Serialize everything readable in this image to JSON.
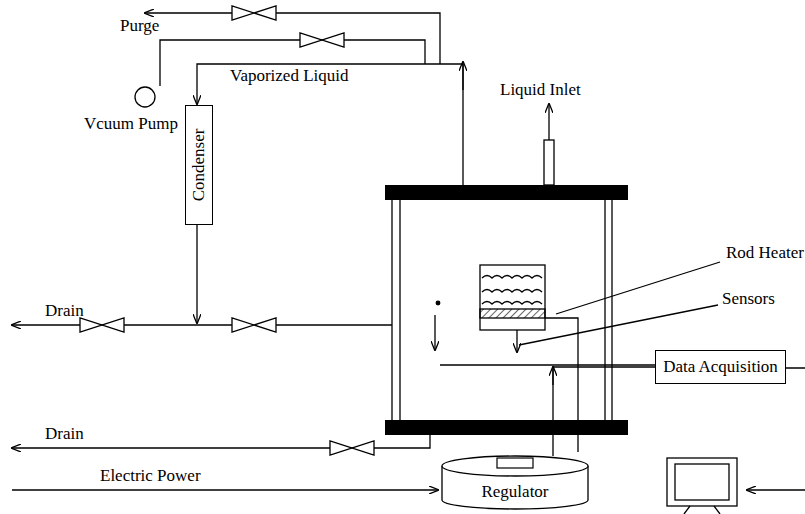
{
  "diagram": {
    "nodes": [
      {
        "text": [
          "Vcuum Pump"
        ]
      },
      {
        "text": [
          "Condenser"
        ]
      },
      {
        "text": [
          "Data Acquisition"
        ]
      },
      {
        "text": [
          "Regulator"
        ]
      }
    ],
    "edges": [
      {
        "from": 3,
        "to": 2,
        "arrow": "none"
      }
    ],
    "labels": [
      "Purge",
      "Vaporized Liquid",
      "Liquid Inlet",
      "Rod Heater",
      "Sensors",
      "Drain",
      "Drain",
      "Electric Power"
    ]
  }
}
